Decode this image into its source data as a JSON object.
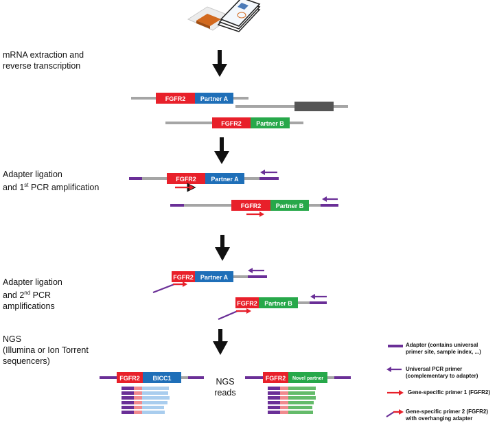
{
  "steps": {
    "s1": {
      "line1": "mRNA extraction and",
      "line2": "reverse transcription"
    },
    "s2": {
      "line1": "Adapter ligation",
      "line2_pre": "and 1",
      "line2_sup": "st",
      "line2_post": " PCR amplification"
    },
    "s3": {
      "line1": "Adapter ligation",
      "line2_pre": "and 2",
      "line2_sup": "nd",
      "line2_post": " PCR",
      "line3": "amplifications"
    },
    "s4": {
      "line1": "NGS",
      "line2": "(Illumina or Ion Torrent",
      "line3": "sequencers)"
    }
  },
  "labels": {
    "fgfr2": "FGFR2",
    "partner_a": "Partner A",
    "partner_b": "Partner B",
    "bicc1": "BICC1",
    "novel": "Novel partner",
    "ngs_reads_1": "NGS",
    "ngs_reads_2": "reads"
  },
  "legend": {
    "adapter": {
      "line1": "Adapter (contains universal",
      "line2": "primer site, sample index, ...)"
    },
    "universal": {
      "line1": "Universal PCR primer",
      "line2": "(complementary to adapter)"
    },
    "gsp1": {
      "line1": "Gene-specific primer 1 (FGFR2)"
    },
    "gsp2": {
      "line1": "Gene-specific primer 2 (FGFR2)",
      "line2": "with overhanging adapter"
    }
  },
  "colors": {
    "fgfr2": "#e8202a",
    "partner_a": "#1f6fb8",
    "partner_b": "#27a84a",
    "bicc1": "#1f6fb8",
    "adapter": "#6a2f97",
    "primer_red": "#e8202a",
    "linker": "#a5a5a5",
    "other_gene": "#555555",
    "read_blue": "#a9cdee",
    "read_green": "#64bb6a",
    "read_pink": "#f08a8e",
    "arrow": "#111111"
  }
}
